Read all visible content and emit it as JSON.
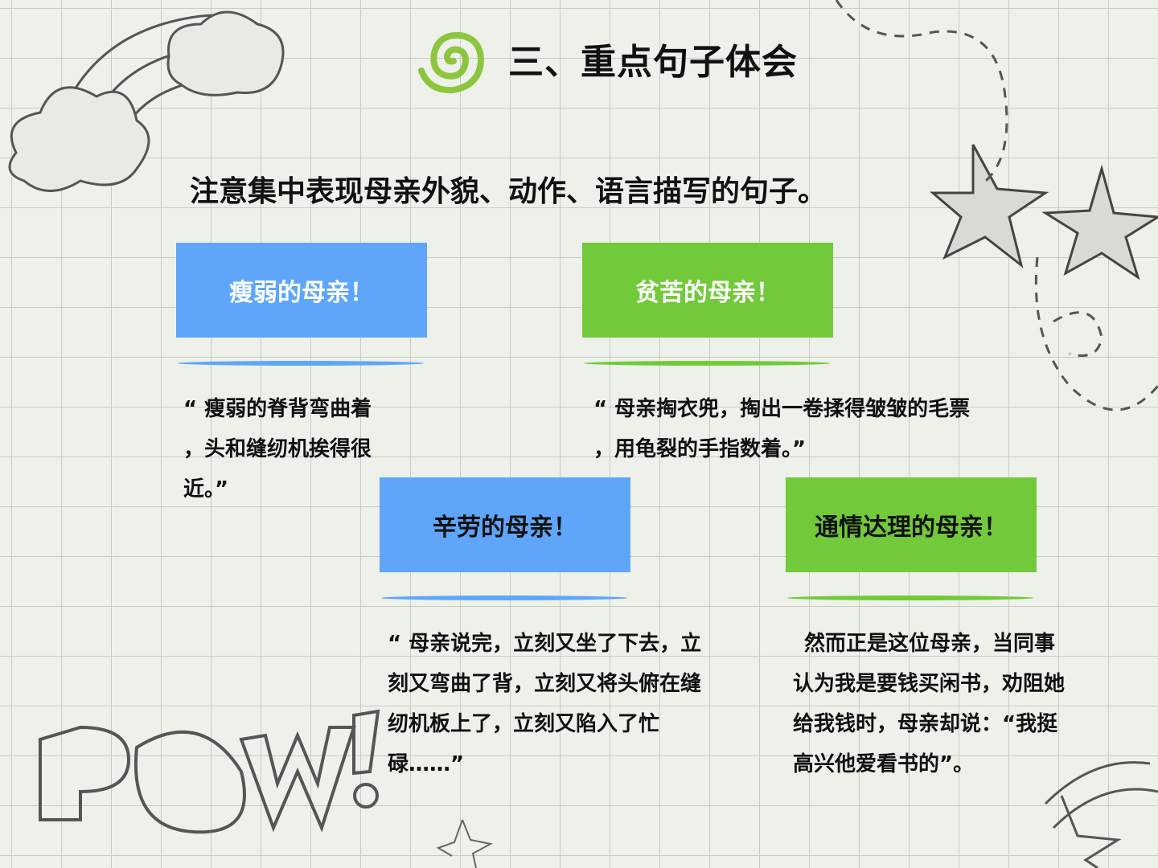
{
  "title": "三、重点句子体会",
  "subtitle": "注意集中表现母亲外貌、动作、语言描写的句子。",
  "colors": {
    "blue": "#5fa6fa",
    "green": "#72c93a",
    "logo": "#8cc63f"
  },
  "cards": [
    {
      "label": "瘦弱的母亲！",
      "color": "blue",
      "lines": [
        "“ 瘦弱的脊背弯曲着",
        "，头和缝纫机挨得很",
        "近。”"
      ]
    },
    {
      "label": "贫苦的母亲！",
      "color": "green",
      "lines": [
        "“ 母亲掏衣兜，掏出一卷揉得皱皱的毛票",
        "，用龟裂的手指数着。”"
      ]
    },
    {
      "label": "辛劳的母亲！",
      "color": "blue",
      "lines": [
        "“ 母亲说完，立刻又坐了下去，立",
        "刻又弯曲了背，立刻又将头俯在缝",
        "纫机板上了，立刻又陷入了忙",
        "碌……”"
      ]
    },
    {
      "label": "通情达理的母亲！",
      "color": "green",
      "lines": [
        "然而正是这位母亲，当同事",
        "认为我是要钱买闲书，劝阻她",
        "给我钱时，母亲却说：“我挺",
        "高兴他爱看书的”。"
      ]
    }
  ],
  "decor": {
    "pow_text": "POW!",
    "logo_icon": "spiral-icon"
  }
}
